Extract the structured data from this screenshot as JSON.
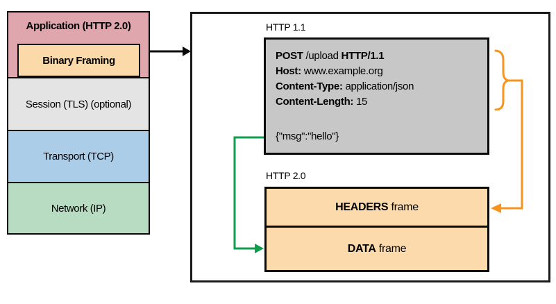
{
  "stack": {
    "application_label": "Application (HTTP 2.0)",
    "binary_framing_label": "Binary Framing",
    "session_label": "Session (TLS) (optional)",
    "transport_label": "Transport (TCP)",
    "network_label": "Network (IP)"
  },
  "panel": {
    "http11_label": "HTTP 1.1",
    "http20_label": "HTTP 2.0",
    "request": {
      "line1": {
        "method": "POST",
        "path": " /upload ",
        "version": "HTTP/1.1"
      },
      "line2": {
        "name": "Host:",
        "value": " www.example.org"
      },
      "line3": {
        "name": "Content-Type:",
        "value": " application/json"
      },
      "line4": {
        "name": "Content-Length:",
        "value": " 15"
      },
      "body": "{\"msg\":\"hello\"}"
    },
    "frames": {
      "headers": {
        "bold": "HEADERS",
        "rest": " frame"
      },
      "data": {
        "bold": "DATA",
        "rest": " frame"
      }
    }
  },
  "colors": {
    "application_fill": "#dfa7ad",
    "binary_framing_fill": "#fbd9a8",
    "session_fill": "#e4e4e4",
    "transport_fill": "#abcde8",
    "network_fill": "#b7dcc2",
    "request_box_fill": "#c7c7c7",
    "frame_box_fill": "#fcdaab",
    "headers_connector": "#f7941e",
    "body_connector": "#0f9e4e",
    "border": "#0a0a0a"
  }
}
